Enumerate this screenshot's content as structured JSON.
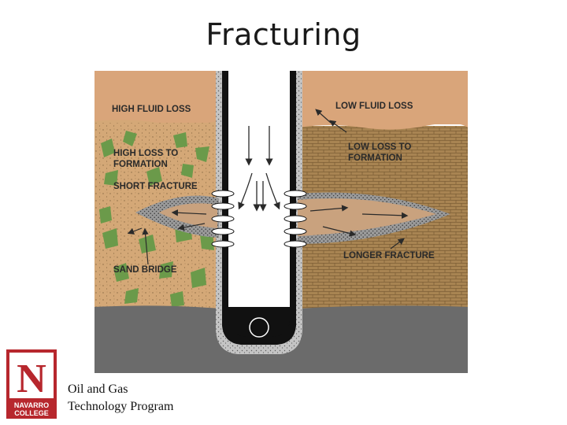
{
  "slide": {
    "title": "Fracturing"
  },
  "diagram": {
    "labels": {
      "high_fluid_loss": "HIGH FLUID LOSS",
      "low_fluid_loss": "LOW FLUID LOSS",
      "high_loss_line1": "HIGH LOSS TO",
      "high_loss_line2": "FORMATION",
      "low_loss_line1": "LOW LOSS TO",
      "low_loss_line2": "FORMATION",
      "short_fracture": "SHORT FRACTURE",
      "sand_bridge": "SAND BRIDGE",
      "longer_fracture": "LONGER FRACTURE"
    },
    "colors": {
      "upper_layer": "#d9a57a",
      "left_formation": "#d4a877",
      "right_formation": "#a88452",
      "green_patches": "#6b9a4a",
      "base_rock": "#6b6b6b",
      "cement": "#bdbdbd",
      "casing": "#111111",
      "fracture_fill": "#c9a27e",
      "proppant": "#8a8a8a"
    }
  },
  "footer": {
    "logo_letter": "N",
    "logo_line1": "NAVARRO",
    "logo_line2": "COLLEGE",
    "program_line1": "Oil and Gas",
    "program_line2": "Technology Program"
  }
}
